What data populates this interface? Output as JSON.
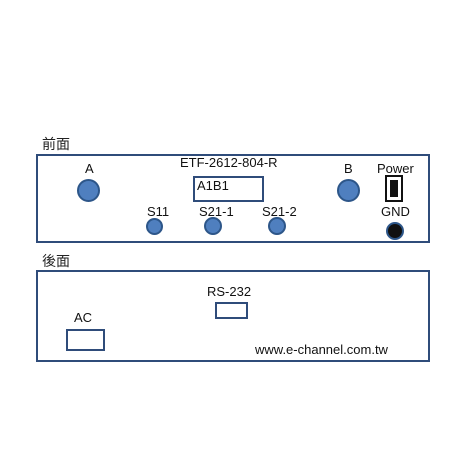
{
  "front": {
    "section_label": "前面",
    "model": "ETF-2612-804-R",
    "label_a": "A",
    "label_b": "B",
    "label_a1b1": "A1B1",
    "label_s11": "S11",
    "label_s21_1": "S21-1",
    "label_s21_2": "S21-2",
    "label_power": "Power",
    "label_gnd": "GND"
  },
  "back": {
    "section_label": "後面",
    "label_rs232": "RS-232",
    "label_ac": "AC",
    "website": "www.e-channel.com.tw"
  },
  "colors": {
    "panel_border": "#2f4c7a",
    "connector_fill": "#4f7fbf",
    "connector_border": "#2d5689"
  }
}
